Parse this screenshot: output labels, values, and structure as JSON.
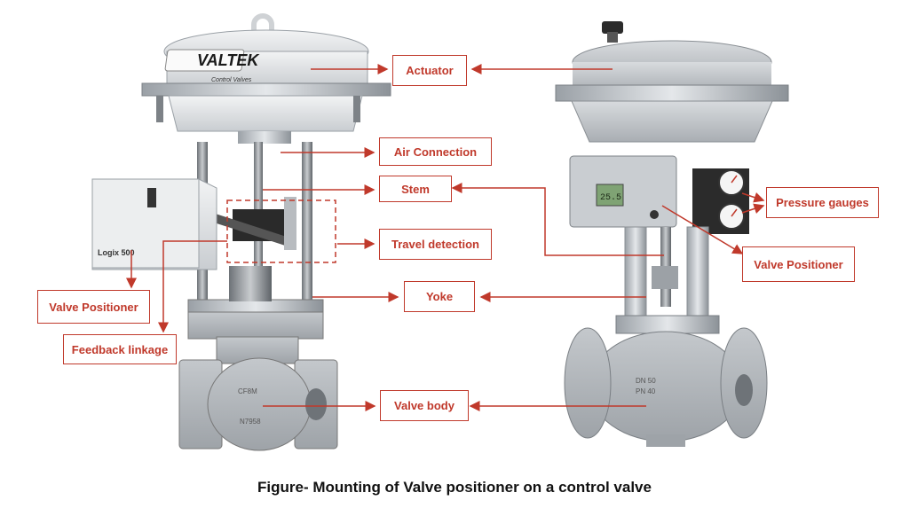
{
  "left_valve": {
    "brand": "VALTEK",
    "brand_sub": "Control Valves",
    "positioner_model": "Logix 500",
    "body_marks": [
      "CF8M",
      "N7958"
    ]
  },
  "right_valve": {
    "display_value": "25.5",
    "body_marks": [
      "DN 50",
      "PN 40"
    ]
  },
  "labels": {
    "actuator": "Actuator",
    "air_connection": "Air Connection",
    "stem": "Stem",
    "travel_detection": "Travel detection",
    "yoke": "Yoke",
    "valve_body": "Valve body",
    "valve_positioner_left": "Valve Positioner",
    "feedback_linkage": "Feedback linkage",
    "pressure_gauges": "Pressure gauges",
    "valve_positioner_right": "Valve Positioner"
  },
  "caption": "Figure- Mounting of Valve positioner on a control valve",
  "colors": {
    "label_red": "#c0392b",
    "metal_light": "#d9dcdf",
    "metal_dark": "#8a8f94"
  }
}
